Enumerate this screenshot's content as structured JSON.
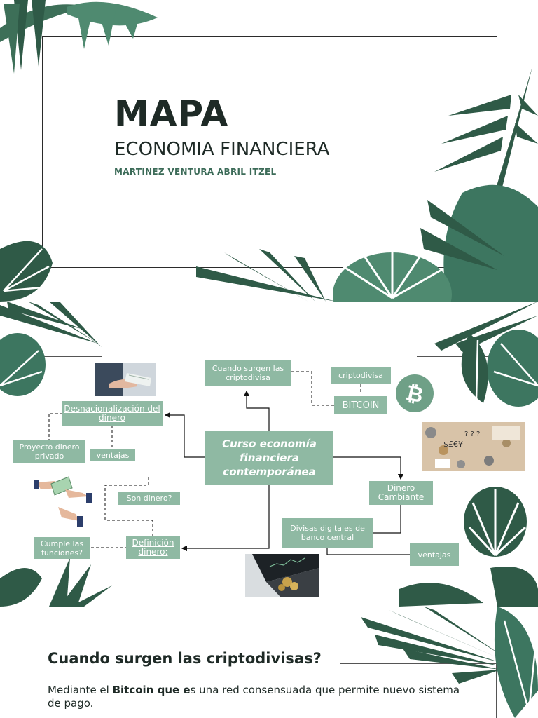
{
  "slide1": {
    "title": "MAPA",
    "subtitle": "ECONOMIA FINANCIERA",
    "author": "MARTINEZ VENTURA ABRIL ITZEL"
  },
  "slide2": {
    "center": "Curso economía financiera contemporánea",
    "nodes": {
      "cuando_surgen": "Cuando surgen las criptodivisa",
      "criptodivisa": "criptodivisa",
      "bitcoin": "BITCOIN",
      "desnacionalizacion": "Desnacionalización del dinero",
      "proyecto": "Proyecto dinero privado",
      "ventajas_left": "ventajas",
      "dinero_cambiante": "Dinero Cambiante",
      "divisas": "Divisas digitales de banco central",
      "ventajas_right": "ventajas",
      "son_dinero": "Son dinero?",
      "definicion": "Definición dinero:",
      "cumple": "Cumple las funciones?"
    },
    "icons": {
      "bitcoin_badge": "bitcoin-icon",
      "currency_photo": "currency-coins-photo",
      "handshake_photo": "hands-money-photo",
      "laptop_photo": "laptop-coins-photo",
      "money_hand_photo": "money-hand-photo"
    },
    "colors": {
      "node": "#8fb9a3",
      "leaf_dark": "#2f5a47",
      "leaf_mid": "#4f8a70"
    }
  },
  "slide3": {
    "heading": "Cuando surgen las criptodivisas?",
    "body_prefix": "Mediante el ",
    "body_bold": "Bitcoin que e",
    "body_rest": "s una red consensuada que permite nuevo sistema de pago."
  }
}
